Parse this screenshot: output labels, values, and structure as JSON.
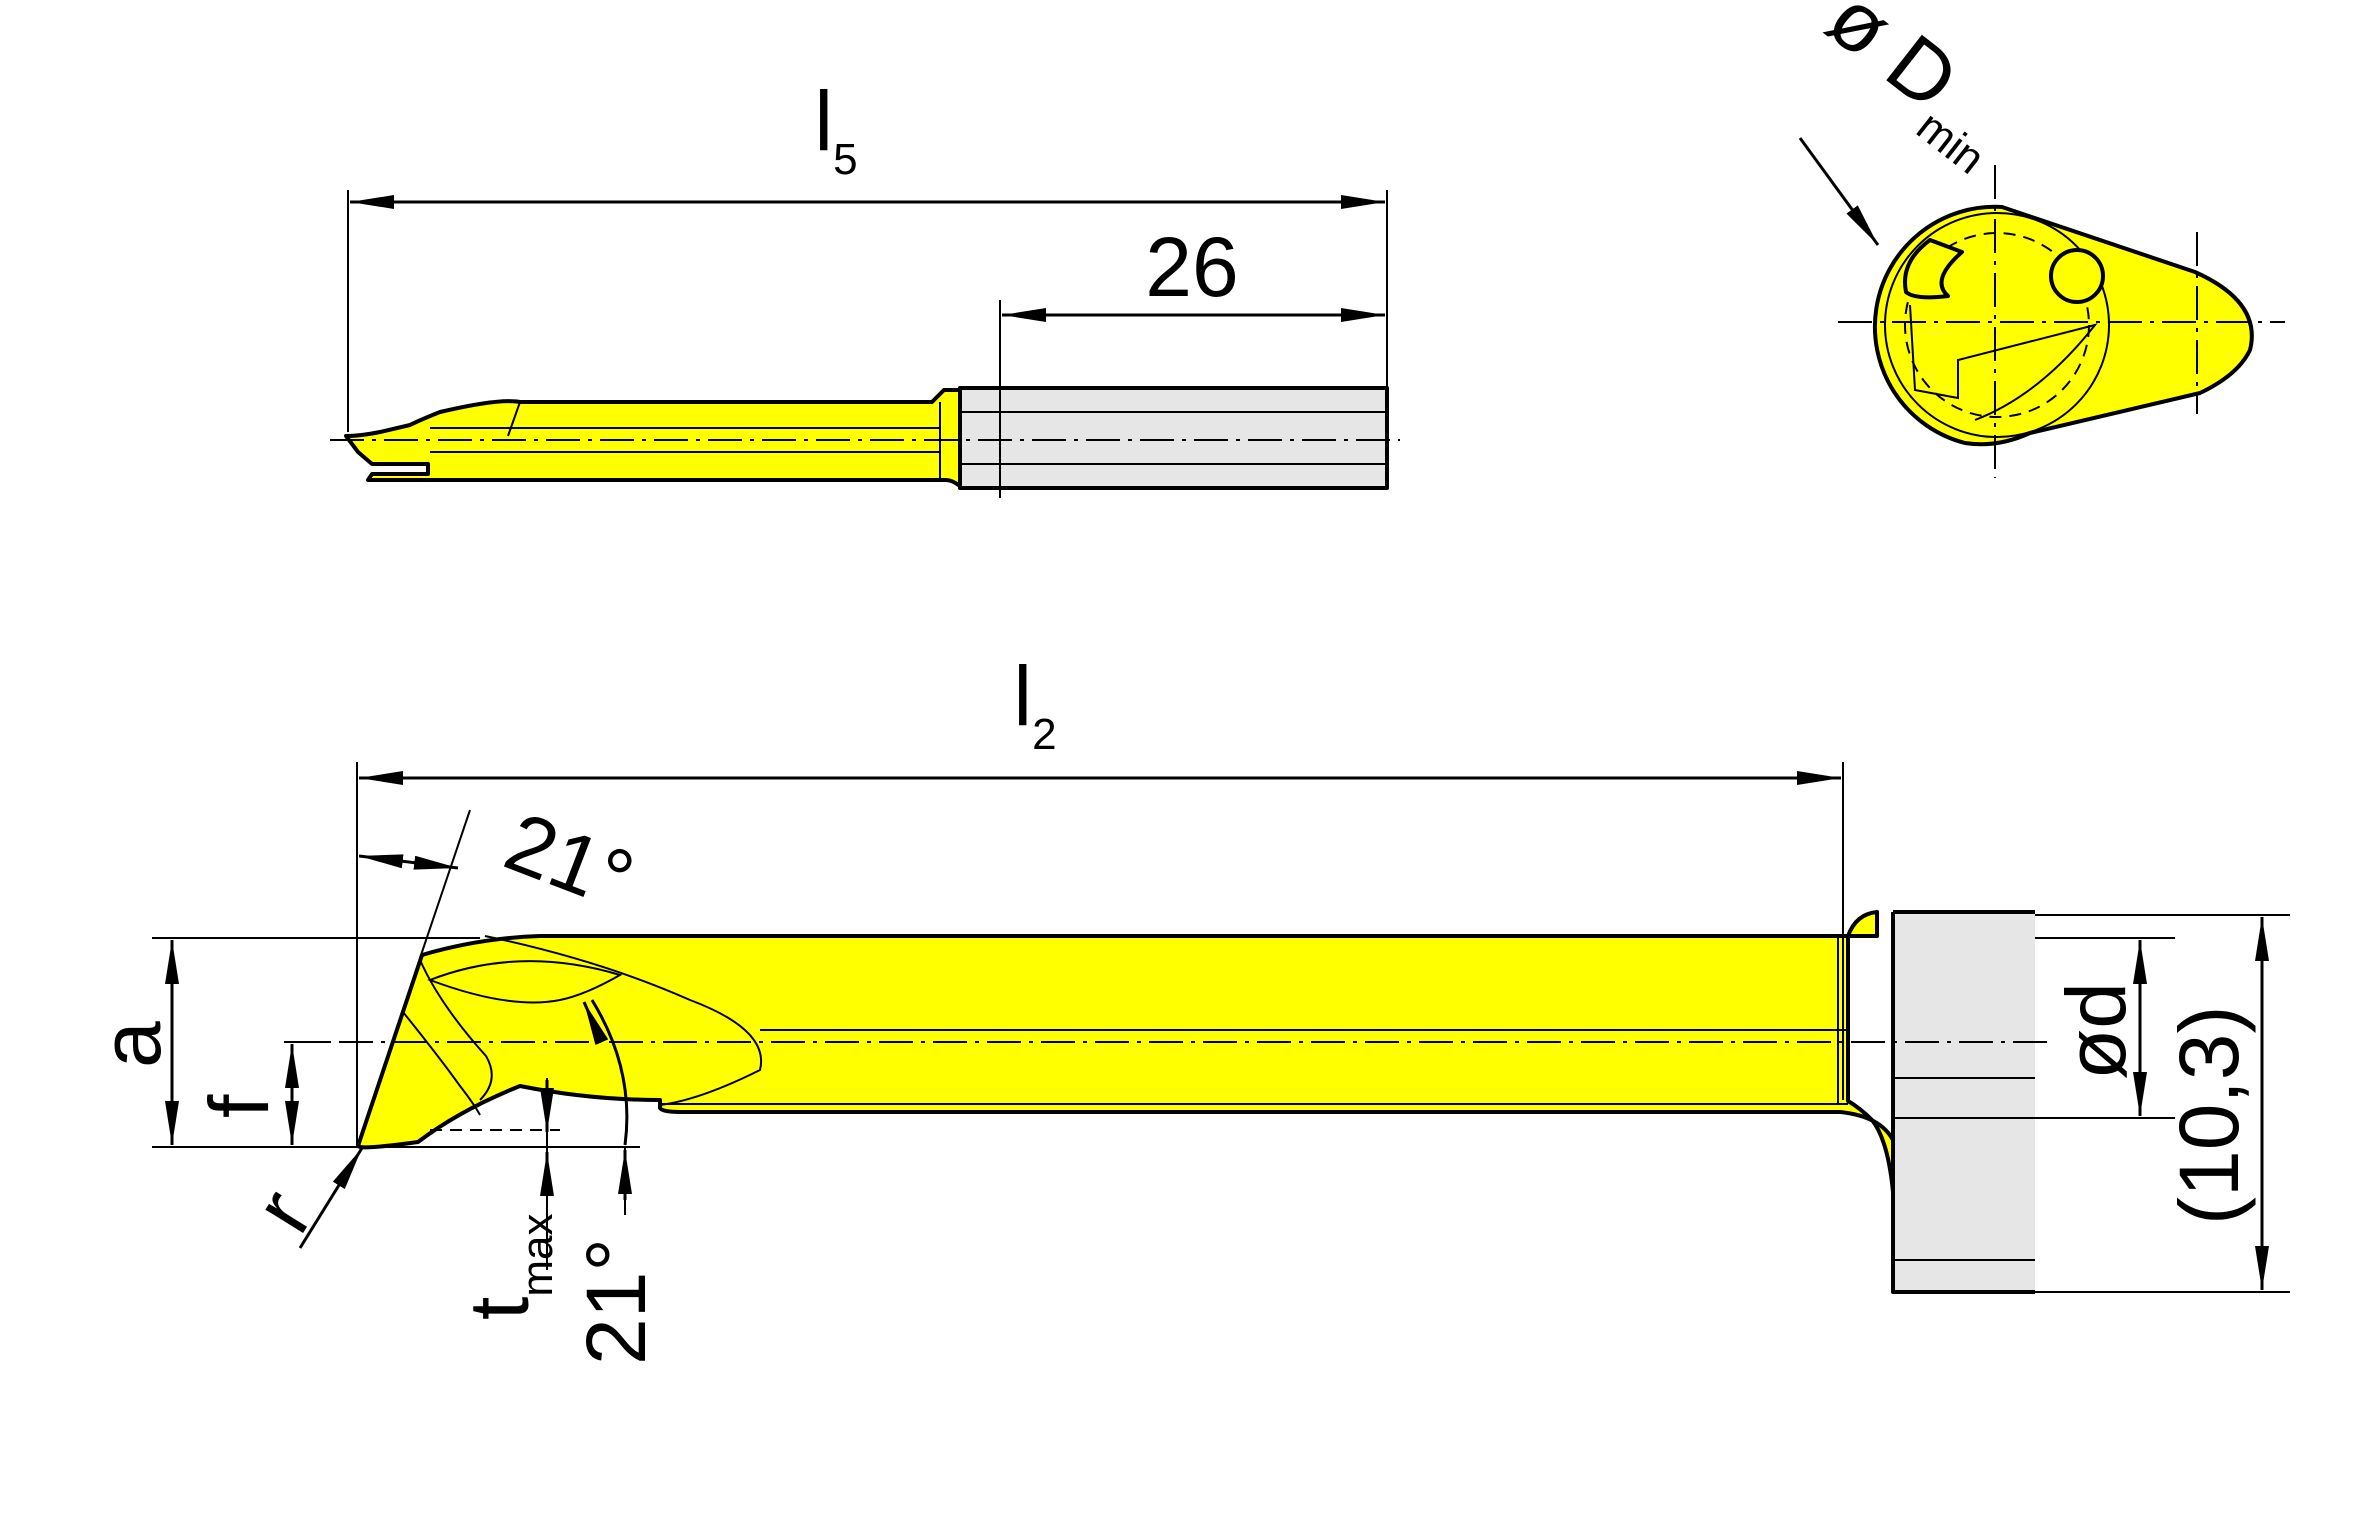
{
  "colors": {
    "tool_body": "#ffff00",
    "shank": "#e6e6e6",
    "line": "#000000"
  },
  "side_view": {
    "overall_length_label": {
      "main": "l",
      "sub": "5"
    },
    "shank_length_label": "26"
  },
  "end_view": {
    "min_bore_label": {
      "main": "ø D",
      "sub": "min"
    }
  },
  "main_view": {
    "length_label": {
      "main": "l",
      "sub": "2"
    },
    "angle_top_label": "21°",
    "angle_bottom_label": "21°",
    "a_label": "a",
    "f_label": "f",
    "r_label": "r",
    "tmax_label": {
      "main": "t",
      "sub": "max"
    },
    "shank_diameter_label": "ød",
    "reference_dimension_label": "(10,3)"
  }
}
